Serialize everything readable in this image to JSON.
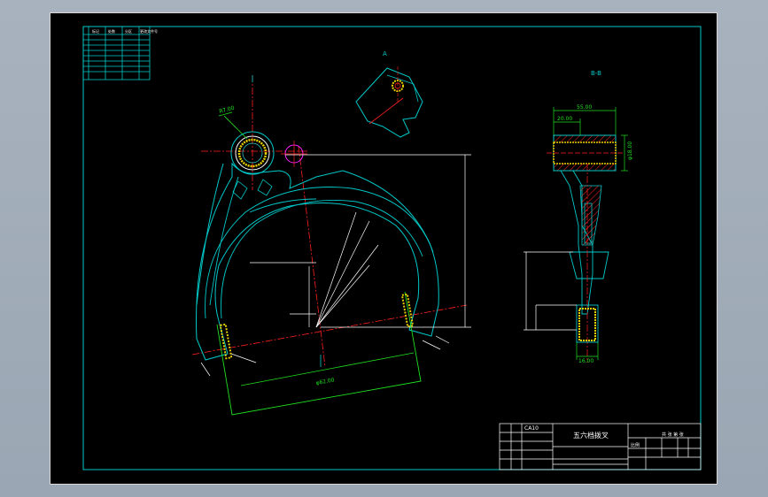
{
  "drawing": {
    "title": "五六档拨叉",
    "view_labels": {
      "view_a": "A",
      "view_b": "B-B"
    },
    "dimensions": {
      "radius_top": "R7.00",
      "width_bottom": "φ62.00",
      "boss_width": "55.00",
      "boss_inner": "20.00",
      "boss_height": "φ18.00",
      "fork_width": "16.00"
    },
    "title_block": {
      "drawing_number": "CA10",
      "scale_label": "比例",
      "sheet_label": "共 张 第 张"
    },
    "revision_table": {
      "columns": [
        "标记",
        "处数",
        "分区",
        "更改文件号"
      ]
    }
  },
  "colors": {
    "cyan": "#00c8c8",
    "white": "#ffffff",
    "red": "#ff2020",
    "yellow": "#e8d000",
    "green": "#20e020",
    "magenta": "#ff20ff",
    "orange": "#ffa000"
  }
}
